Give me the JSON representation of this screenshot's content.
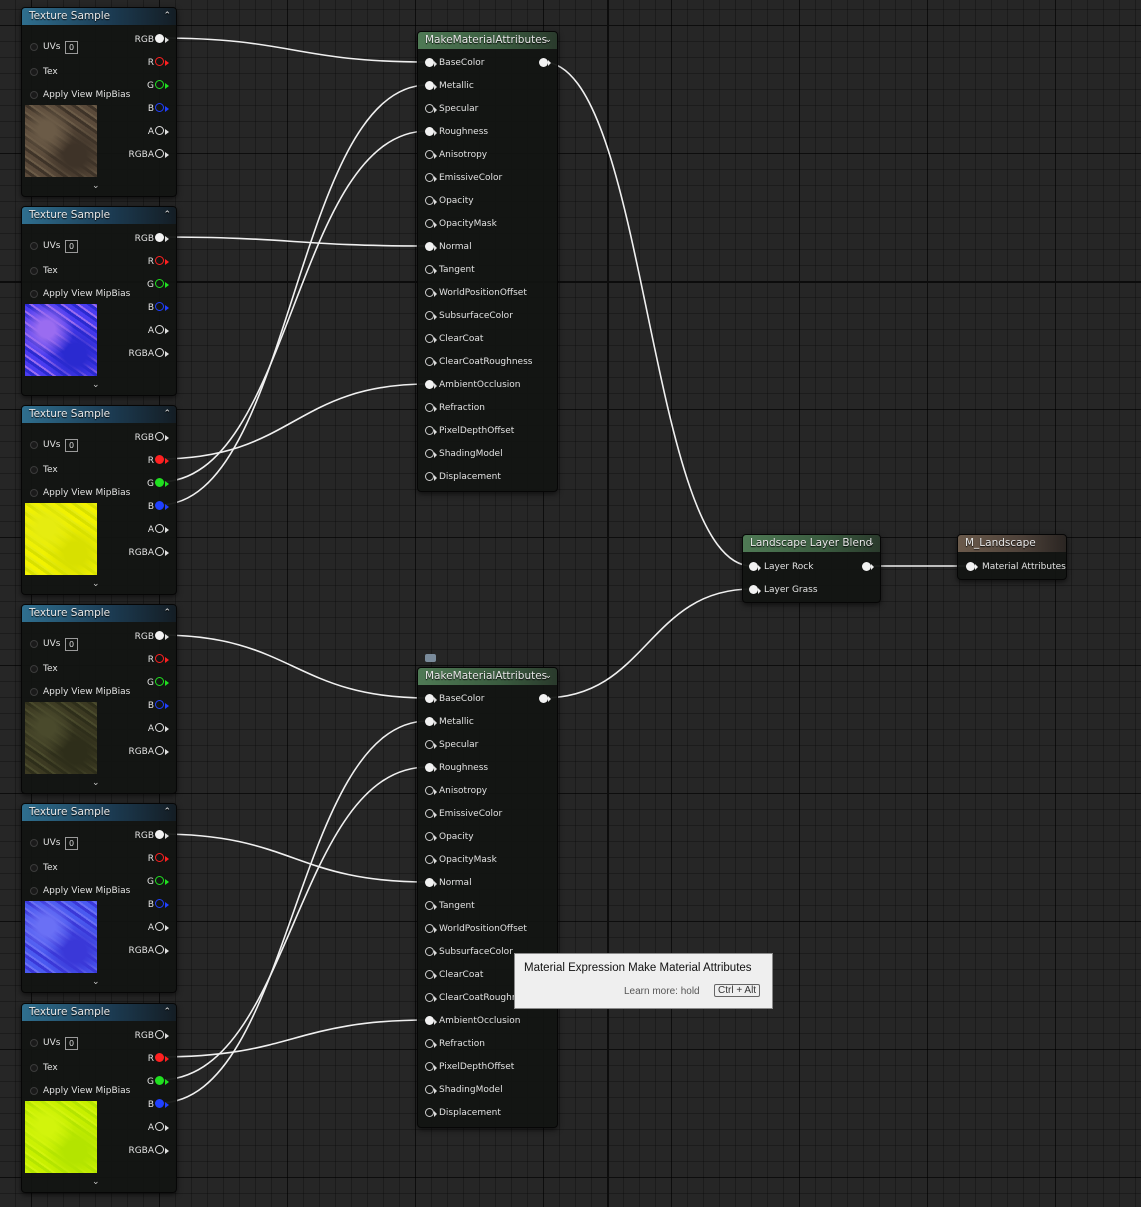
{
  "texture_nodes": [
    {
      "title": "Texture Sample",
      "uvs_label": "UVs",
      "uvs_value": "0",
      "tex_label": "Tex",
      "mip_label": "Apply View MipBias",
      "outputs": [
        "RGB",
        "R",
        "G",
        "B",
        "A",
        "RGBA"
      ],
      "thumb": "rock-albedo",
      "thumb_colors": [
        "#5a4a3a",
        "#3e3328",
        "#6b5b47"
      ]
    },
    {
      "title": "Texture Sample",
      "uvs_label": "UVs",
      "uvs_value": "0",
      "tex_label": "Tex",
      "mip_label": "Apply View MipBias",
      "outputs": [
        "RGB",
        "R",
        "G",
        "B",
        "A",
        "RGBA"
      ],
      "thumb": "rock-normal",
      "thumb_colors": [
        "#4a3cf0",
        "#2a2ad0",
        "#9a6cf0"
      ]
    },
    {
      "title": "Texture Sample",
      "uvs_label": "UVs",
      "uvs_value": "0",
      "tex_label": "Tex",
      "mip_label": "Apply View MipBias",
      "outputs": [
        "RGB",
        "R",
        "G",
        "B",
        "A",
        "RGBA"
      ],
      "thumb": "rock-orm",
      "thumb_colors": [
        "#f2f200",
        "#d8e000",
        "#e6ec10"
      ]
    },
    {
      "title": "Texture Sample",
      "uvs_label": "UVs",
      "uvs_value": "0",
      "tex_label": "Tex",
      "mip_label": "Apply View MipBias",
      "outputs": [
        "RGB",
        "R",
        "G",
        "B",
        "A",
        "RGBA"
      ],
      "thumb": "grass-albedo",
      "thumb_colors": [
        "#3c3a22",
        "#2e2e1a",
        "#4a4a2c"
      ]
    },
    {
      "title": "Texture Sample",
      "uvs_label": "UVs",
      "uvs_value": "0",
      "tex_label": "Tex",
      "mip_label": "Apply View MipBias",
      "outputs": [
        "RGB",
        "R",
        "G",
        "B",
        "A",
        "RGBA"
      ],
      "thumb": "grass-normal",
      "thumb_colors": [
        "#4a5af0",
        "#3a38d8",
        "#6a70f5"
      ]
    },
    {
      "title": "Texture Sample",
      "uvs_label": "UVs",
      "uvs_value": "0",
      "tex_label": "Tex",
      "mip_label": "Apply View MipBias",
      "outputs": [
        "RGB",
        "R",
        "G",
        "B",
        "A",
        "RGBA"
      ],
      "thumb": "grass-orm",
      "thumb_colors": [
        "#c8f000",
        "#b4e400",
        "#d2f40c"
      ]
    }
  ],
  "make_material_nodes": [
    {
      "title": "MakeMaterialAttributes",
      "inputs": [
        "BaseColor",
        "Metallic",
        "Specular",
        "Roughness",
        "Anisotropy",
        "EmissiveColor",
        "Opacity",
        "OpacityMask",
        "Normal",
        "Tangent",
        "WorldPositionOffset",
        "SubsurfaceColor",
        "ClearCoat",
        "ClearCoatRoughness",
        "AmbientOcclusion",
        "Refraction",
        "PixelDepthOffset",
        "ShadingModel",
        "Displacement"
      ],
      "connected": [
        "BaseColor",
        "Metallic",
        "Roughness",
        "Normal",
        "AmbientOcclusion"
      ]
    },
    {
      "title": "MakeMaterialAttributes",
      "inputs": [
        "BaseColor",
        "Metallic",
        "Specular",
        "Roughness",
        "Anisotropy",
        "EmissiveColor",
        "Opacity",
        "OpacityMask",
        "Normal",
        "Tangent",
        "WorldPositionOffset",
        "SubsurfaceColor",
        "ClearCoat",
        "ClearCoatRoughness",
        "AmbientOcclusion",
        "Refraction",
        "PixelDepthOffset",
        "ShadingModel",
        "Displacement"
      ],
      "connected": [
        "BaseColor",
        "Metallic",
        "Roughness",
        "Normal",
        "AmbientOcclusion"
      ]
    }
  ],
  "layer_blend": {
    "title": "Landscape Layer Blend",
    "inputs": [
      "Layer Rock",
      "Layer Grass"
    ]
  },
  "result_node": {
    "title": "M_Landscape",
    "input": "Material Attributes"
  },
  "tooltip": {
    "title": "Material Expression Make Material Attributes",
    "hint": "Learn more: hold",
    "key": "Ctrl + Alt"
  },
  "pin_colors": {
    "R": "#ff2020",
    "G": "#20e020",
    "B": "#2040ff",
    "wire": "#f0f0f0"
  }
}
